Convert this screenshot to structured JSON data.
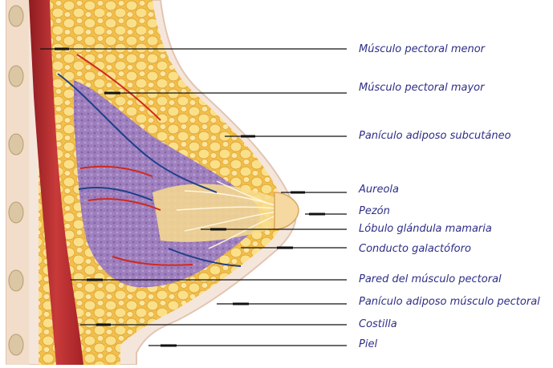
{
  "colors": {
    "label_text": "#2e2f86",
    "leader_line": "#111111",
    "fat": "#f2c44e",
    "fat_light": "#fde9a6",
    "gland": "#9b7cc0",
    "skin": "#f4e4d8",
    "muscle": "#b9292e",
    "rib": "#d9c7a8",
    "artery": "#d0281f",
    "vein": "#1f3f8a",
    "nipple": "#f6d9a0"
  },
  "labels": [
    {
      "id": "musculo-pectoral-menor",
      "text": "Músculo pectoral menor"
    },
    {
      "id": "musculo-pectoral-mayor",
      "text": "Músculo pectoral mayor"
    },
    {
      "id": "paniculo-adiposo-subcutaneo",
      "text": "Panículo adiposo subcutáneo"
    },
    {
      "id": "aureola",
      "text": "Aureola"
    },
    {
      "id": "pezon",
      "text": "Pezón"
    },
    {
      "id": "lobulo-glandula-mamaria",
      "text": "Lóbulo glándula mamaria"
    },
    {
      "id": "conducto-galactoforo",
      "text": "Conducto galactóforo"
    },
    {
      "id": "pared-musculo-pectoral",
      "text": "Pared del músculo pectoral"
    },
    {
      "id": "paniculo-adiposo-musculo-pectoral",
      "text": "Panículo adiposo músculo pectoral"
    },
    {
      "id": "costilla",
      "text": "Costilla"
    },
    {
      "id": "piel",
      "text": "Piel"
    }
  ]
}
